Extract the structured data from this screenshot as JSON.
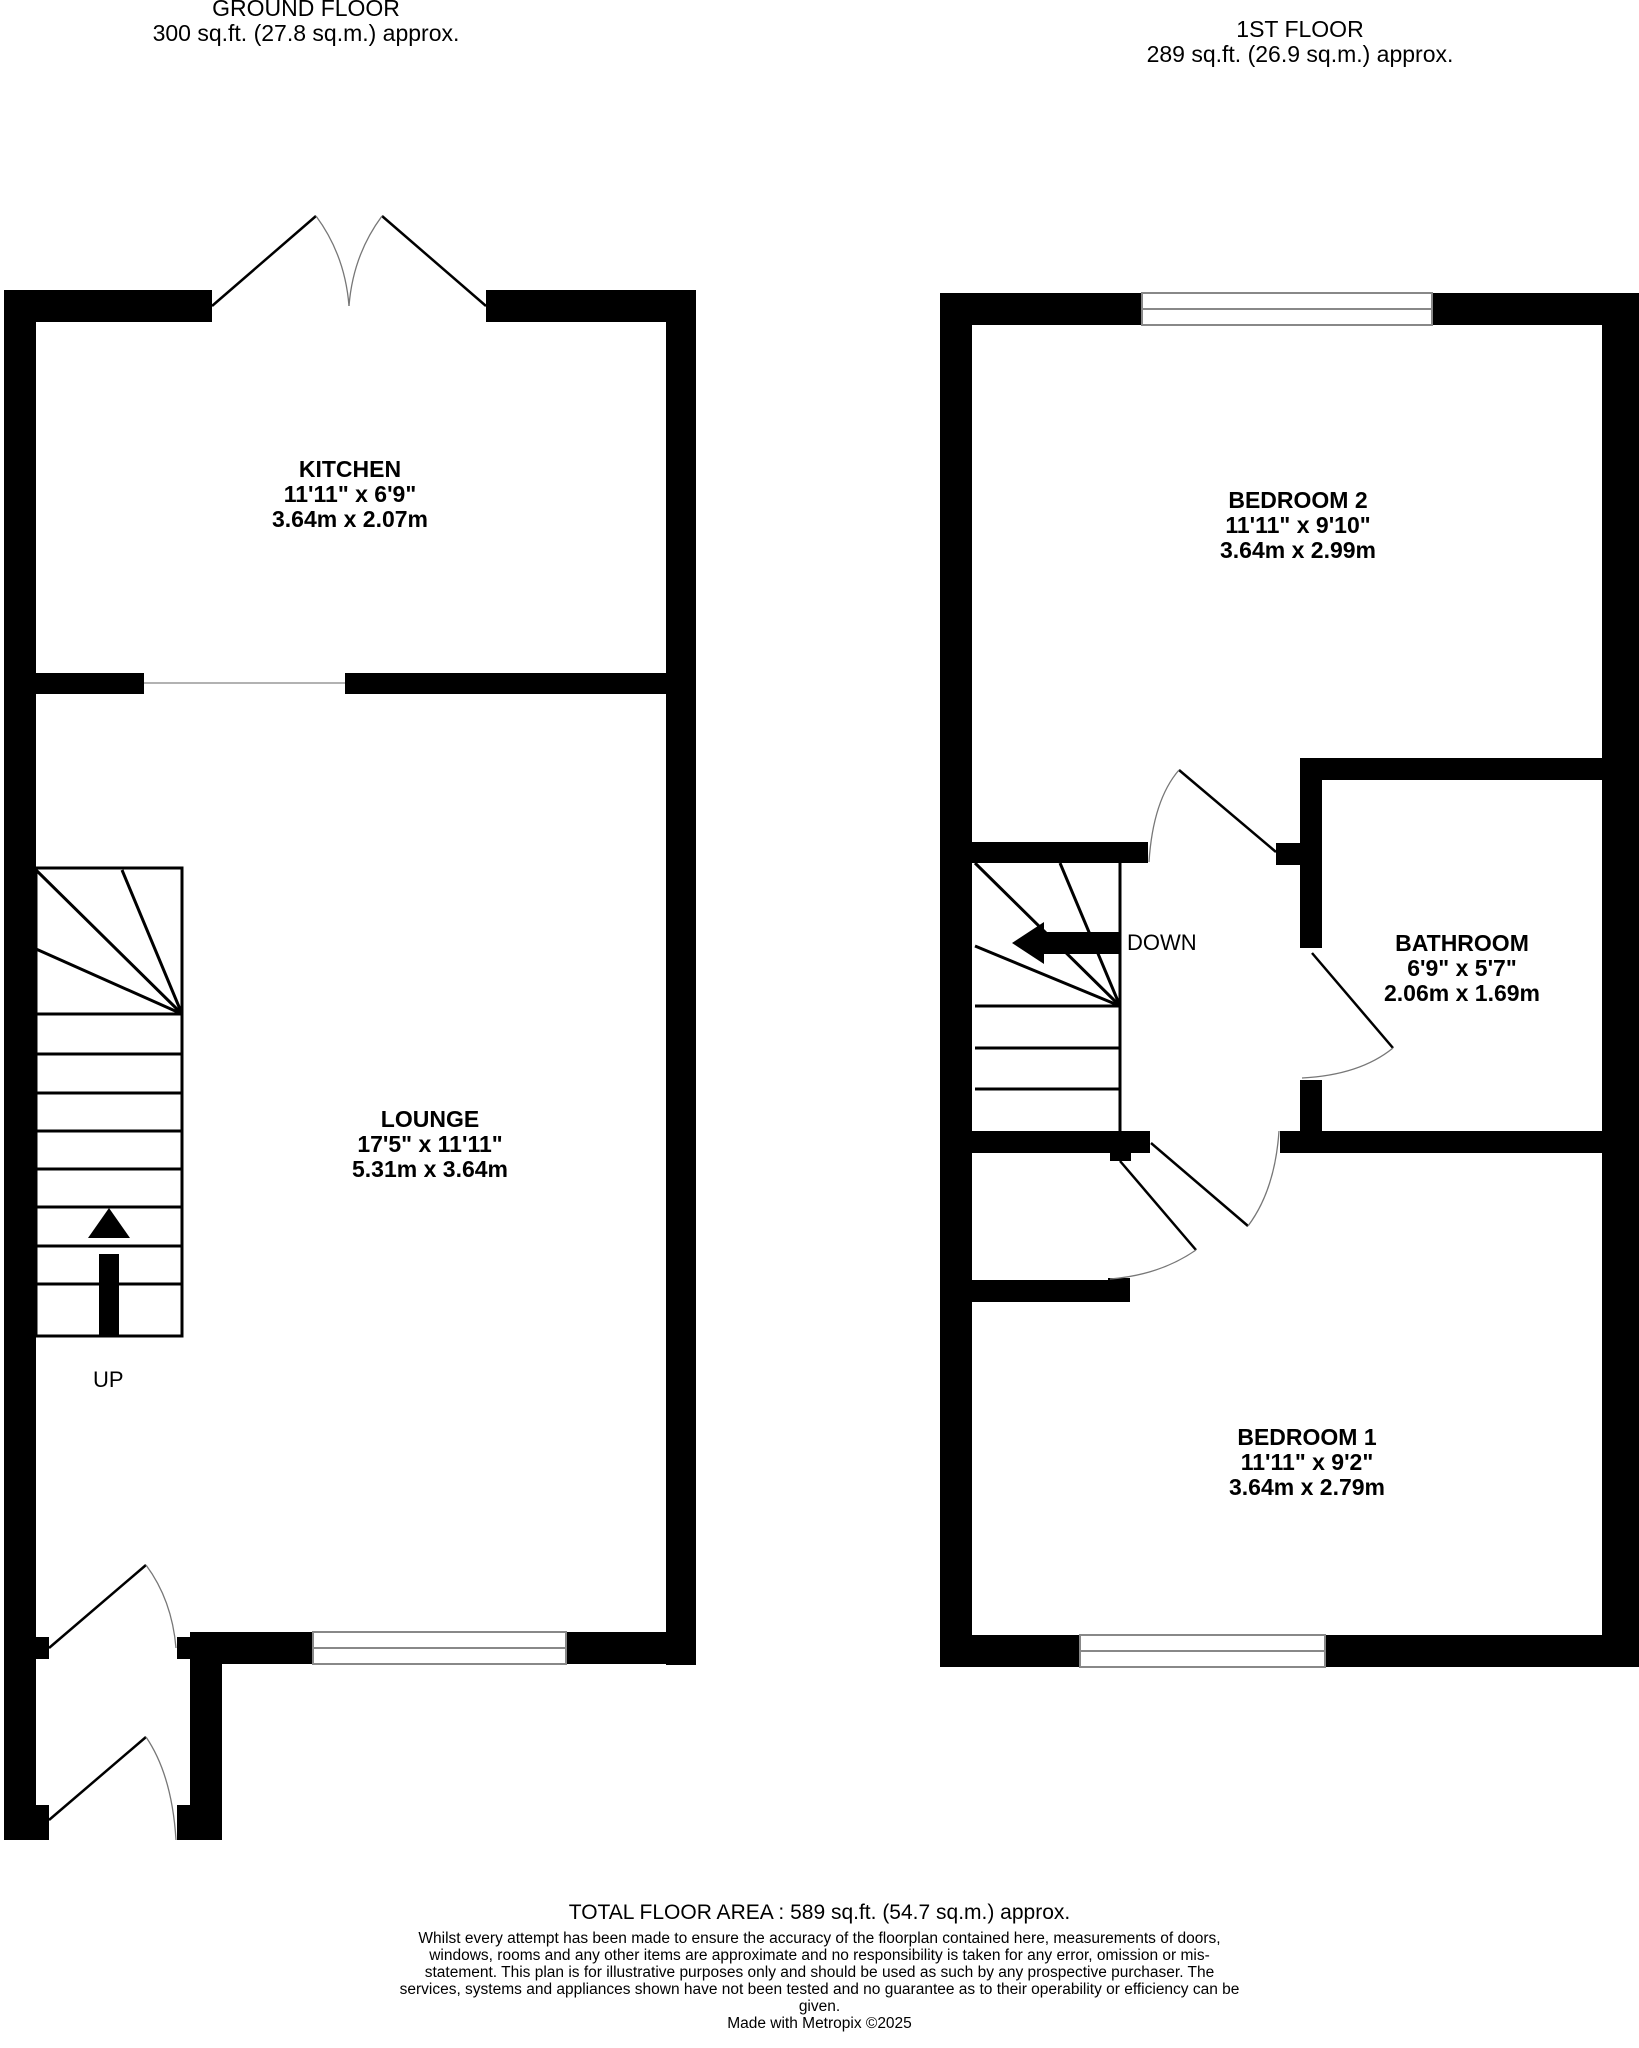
{
  "ground_floor": {
    "title": "GROUND FLOOR",
    "area": "300 sq.ft. (27.8 sq.m.) approx.",
    "rooms": [
      {
        "name": "KITCHEN",
        "imperial": "11'11\"  x 6'9\"",
        "metric": "3.64m  x 2.07m"
      },
      {
        "name": "LOUNGE",
        "imperial": "17'5\"  x 11'11\"",
        "metric": "5.31m  x 3.64m"
      }
    ],
    "stairs_label": "UP"
  },
  "first_floor": {
    "title": "1ST FLOOR",
    "area": "289 sq.ft. (26.9 sq.m.) approx.",
    "rooms": [
      {
        "name": "BEDROOM 2",
        "imperial": "11'11\"  x 9'10\"",
        "metric": "3.64m  x 2.99m"
      },
      {
        "name": "BATHROOM",
        "imperial": "6'9\"  x 5'7\"",
        "metric": "2.06m  x 1.69m"
      },
      {
        "name": "BEDROOM 1",
        "imperial": "11'11\"  x 9'2\"",
        "metric": "3.64m  x 2.79m"
      }
    ],
    "stairs_label": "DOWN"
  },
  "footer": {
    "total_area": "TOTAL FLOOR AREA : 589 sq.ft. (54.7 sq.m.) approx.",
    "disclaimer": "Whilst every attempt has been made to ensure the accuracy of the floorplan contained here, measurements of doors, windows, rooms and any other items are approximate and no responsibility is taken for any error, omission or mis-statement. This plan is for illustrative purposes only and should be used as such by any prospective purchaser. The services, systems and appliances shown have not been tested and no guarantee as to their operability or efficiency can be given.",
    "credit": "Made with Metropix ©2025"
  },
  "colors": {
    "wall": "#000000",
    "window": "#888888",
    "door_arc": "#777777",
    "background": "#ffffff"
  }
}
